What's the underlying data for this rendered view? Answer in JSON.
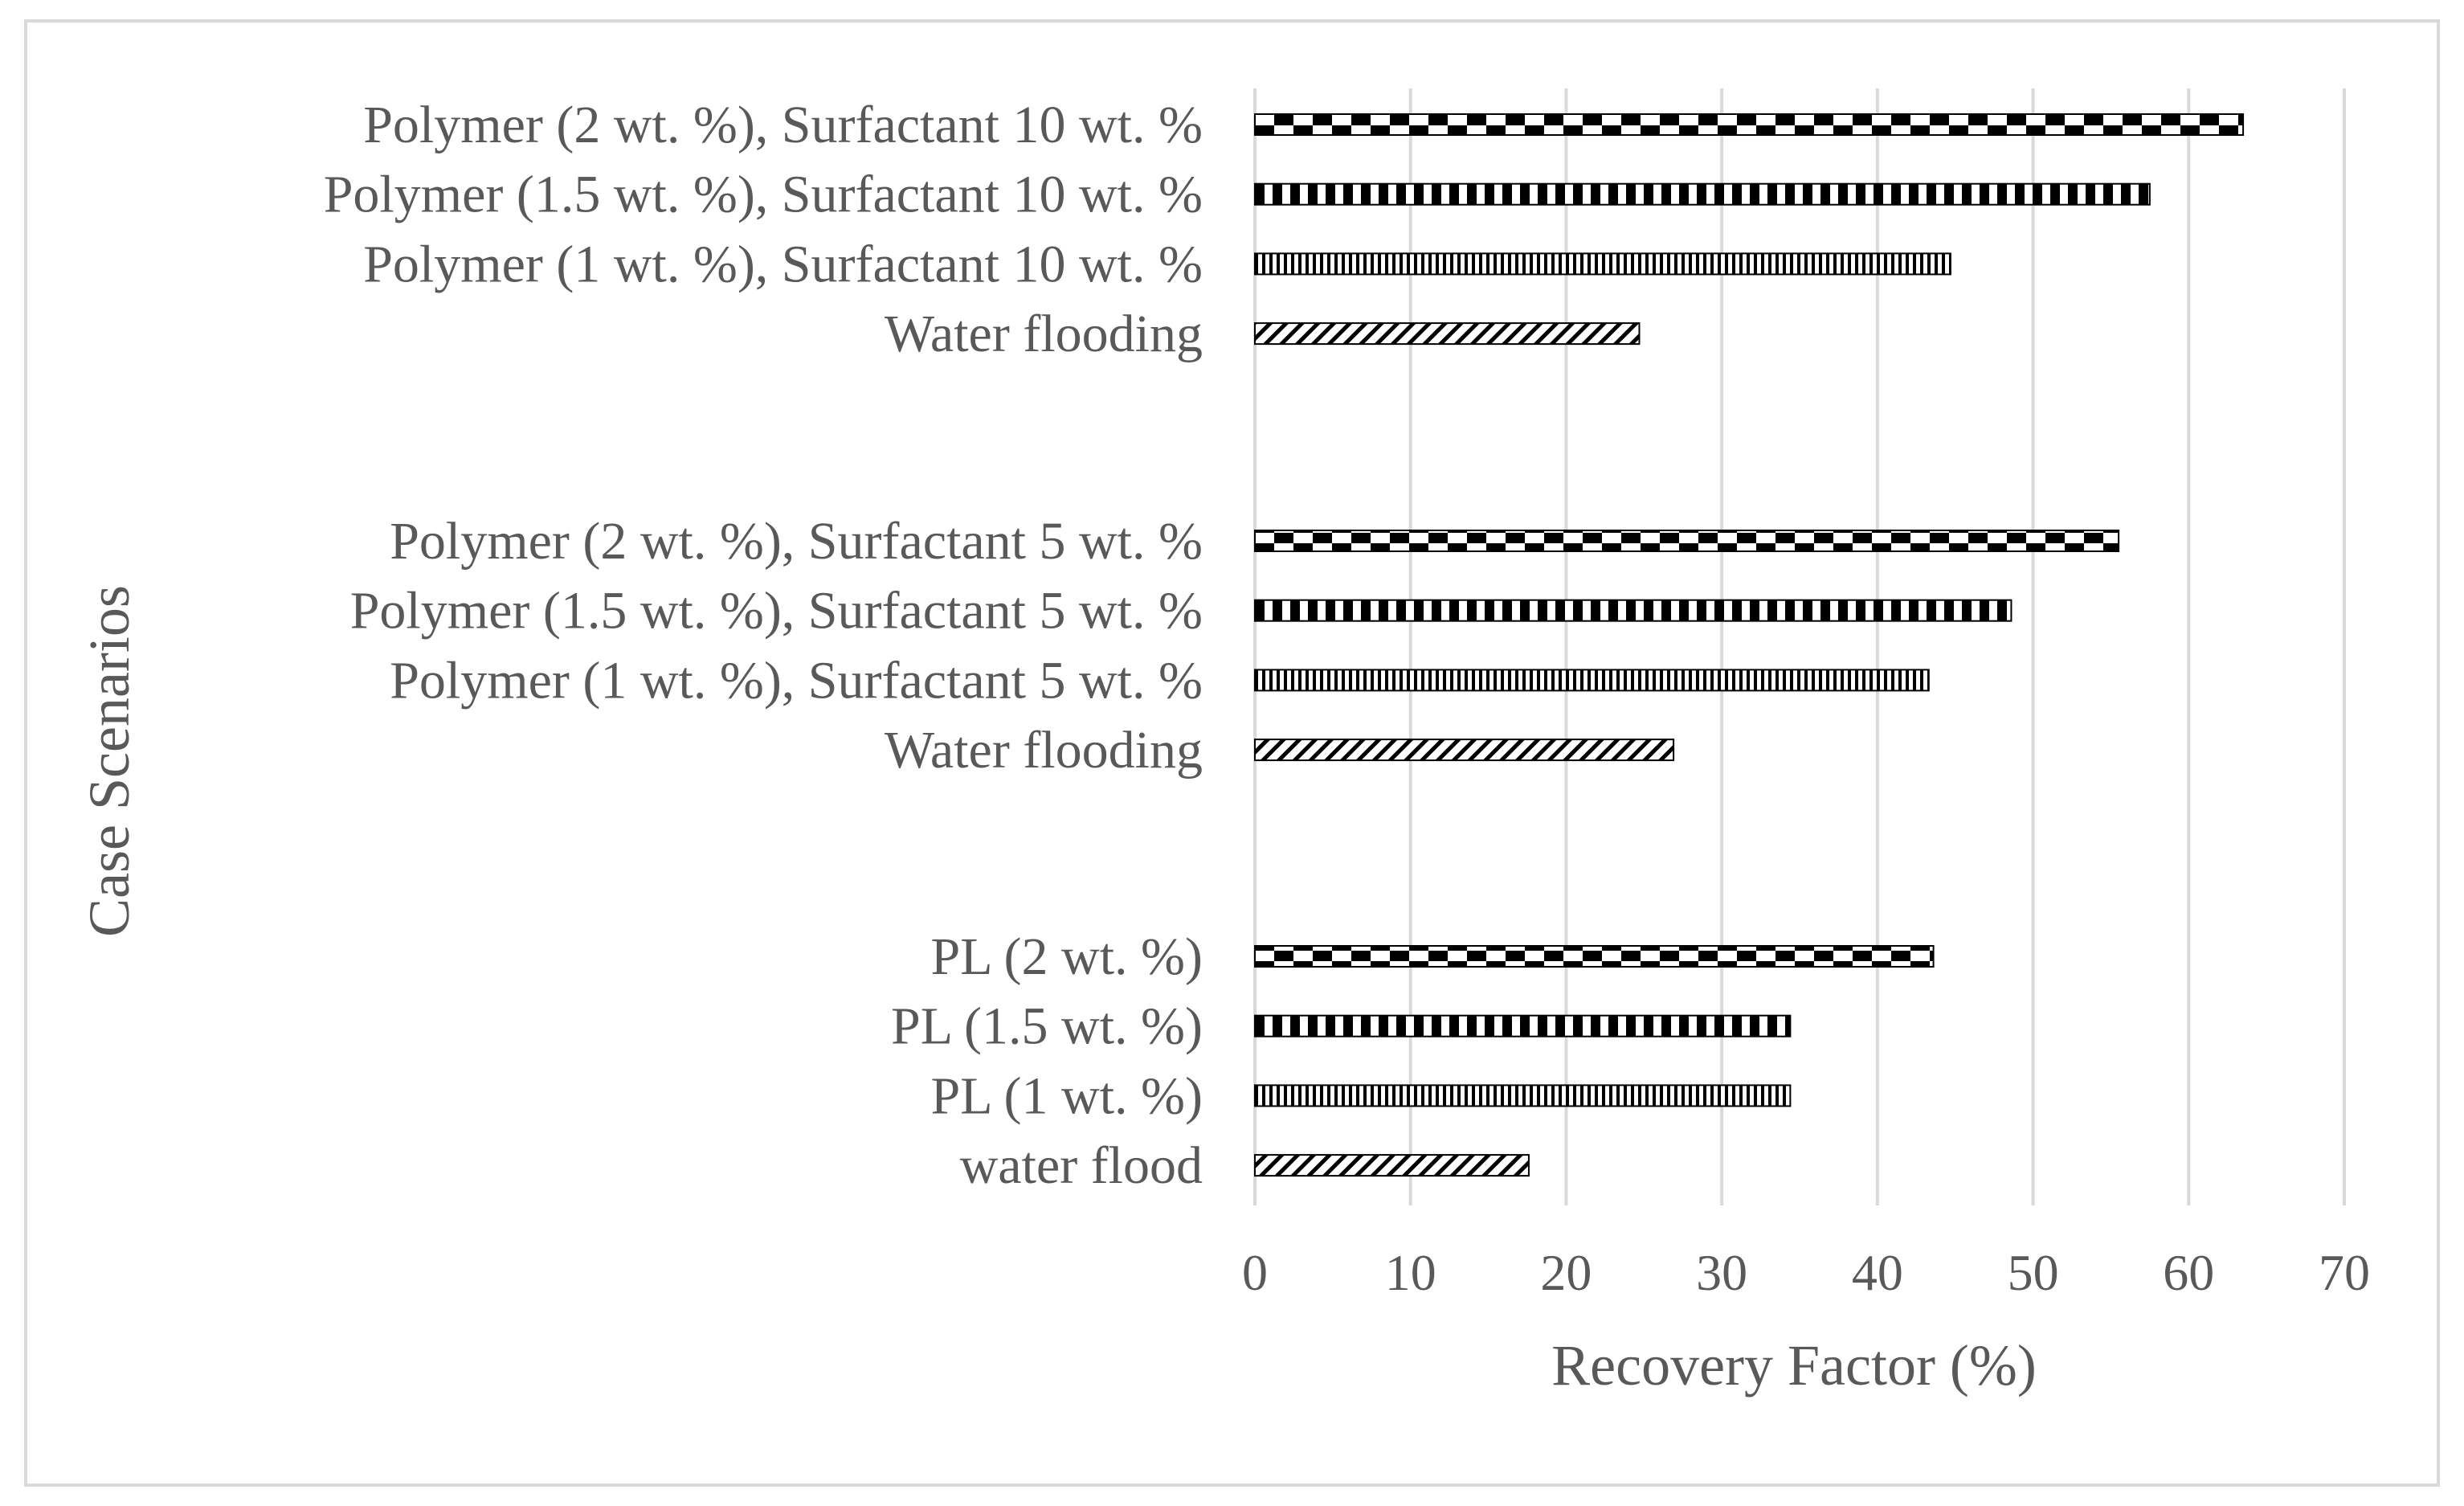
{
  "chart_data": {
    "type": "bar",
    "orientation": "horizontal",
    "xlabel": "Recovery Factor (%)",
    "ylabel": "Case  Scenarios",
    "xlim": [
      0,
      70
    ],
    "xticks": [
      "0",
      "10",
      "20",
      "30",
      "40",
      "50",
      "60",
      "70"
    ],
    "grid": true,
    "legend": "none",
    "groups": [
      {
        "rows": [
          {
            "label": "Polymer (2 wt. %), Surfactant 10 wt. %",
            "value": 63.5,
            "pattern": "checker"
          },
          {
            "label": "Polymer (1.5 wt. %), Surfactant 10 wt. %",
            "value": 57.5,
            "pattern": "dashes"
          },
          {
            "label": "Polymer (1 wt. %), Surfactant 10 wt. %",
            "value": 44.7,
            "pattern": "vlines"
          },
          {
            "label": "Water flooding",
            "value": 24.7,
            "pattern": "diag"
          }
        ]
      },
      {
        "rows": [
          {
            "label": "Polymer (2 wt. %), Surfactant 5 wt. %",
            "value": 55.5,
            "pattern": "bigchecker"
          },
          {
            "label": "Polymer (1.5 wt. %), Surfactant 5 wt. %",
            "value": 48.6,
            "pattern": "dashes"
          },
          {
            "label": "Polymer (1 wt. %), Surfactant 5 wt. %",
            "value": 43.3,
            "pattern": "vlines"
          },
          {
            "label": "Water flooding",
            "value": 26.9,
            "pattern": "diag"
          }
        ]
      },
      {
        "rows": [
          {
            "label": "PL (2 wt. %)",
            "value": 43.6,
            "pattern": "checker"
          },
          {
            "label": "PL (1.5 wt. %)",
            "value": 34.4,
            "pattern": "dashes"
          },
          {
            "label": "PL (1 wt. %)",
            "value": 34.4,
            "pattern": "vlines"
          },
          {
            "label": "water flood",
            "value": 17.6,
            "pattern": "diag"
          }
        ]
      }
    ],
    "colors": {
      "bar": "#000000",
      "grid": "#d9d9d9",
      "text": "#595959",
      "frame": "#d9d9d9"
    }
  }
}
